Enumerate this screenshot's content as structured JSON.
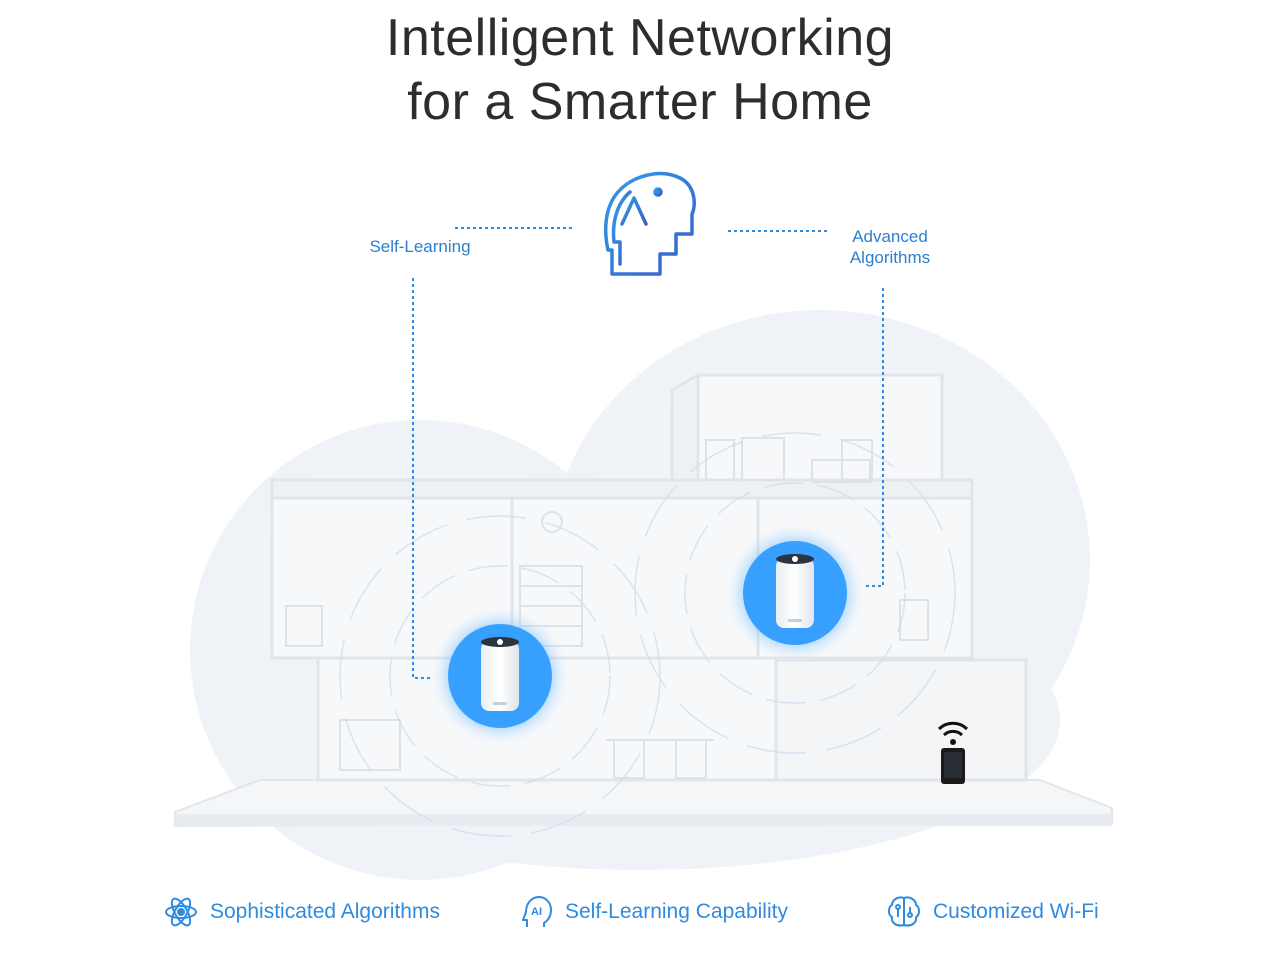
{
  "headline": {
    "line1": "Intelligent Networking",
    "line2": "for a Smarter Home"
  },
  "callouts": {
    "left": "Self-Learning",
    "right_line1": "Advanced",
    "right_line2": "Algorithms"
  },
  "center_icon": "ai-head-icon",
  "devices": [
    {
      "icon": "mesh-router-icon"
    },
    {
      "icon": "mesh-router-icon"
    },
    {
      "icon": "smartphone-wifi-icon"
    }
  ],
  "features": [
    {
      "label": "Sophisticated Algorithms",
      "icon": "atom-icon"
    },
    {
      "label": "Self-Learning Capability",
      "icon": "ai-head-icon"
    },
    {
      "label": "Customized Wi-Fi",
      "icon": "brain-circuit-icon"
    }
  ],
  "colors": {
    "accent_blue": "#2e8be0",
    "headline_text": "#2d2d2d",
    "router_glow": "#3aa3ff"
  }
}
